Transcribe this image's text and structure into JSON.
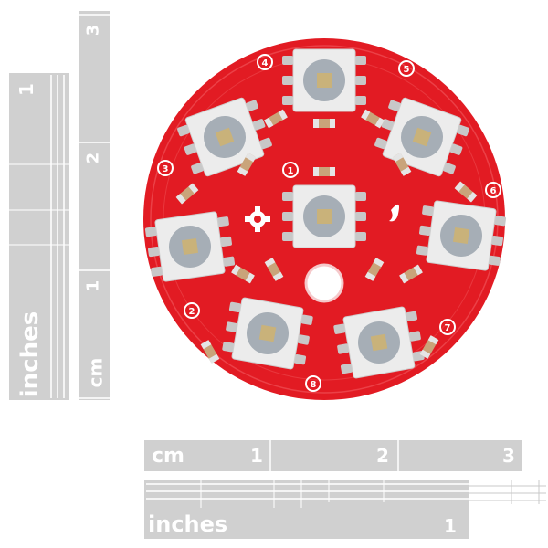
{
  "left_ruler": {
    "cm_unit": "cm",
    "inches_unit": "inches",
    "cm_numbers": [
      "1",
      "2",
      "3"
    ],
    "inch_numbers": [
      "1"
    ]
  },
  "bottom_ruler": {
    "cm_unit": "cm",
    "inches_unit": "inches",
    "cm_numbers": [
      "1",
      "2",
      "3"
    ],
    "inch_numbers": [
      "1"
    ]
  },
  "board": {
    "led_numbers": [
      "1",
      "2",
      "3",
      "4",
      "5",
      "6",
      "7",
      "8"
    ],
    "board_color": "#e21b23",
    "led_color": "#ececec",
    "pad_color": "#c8c8c8"
  }
}
